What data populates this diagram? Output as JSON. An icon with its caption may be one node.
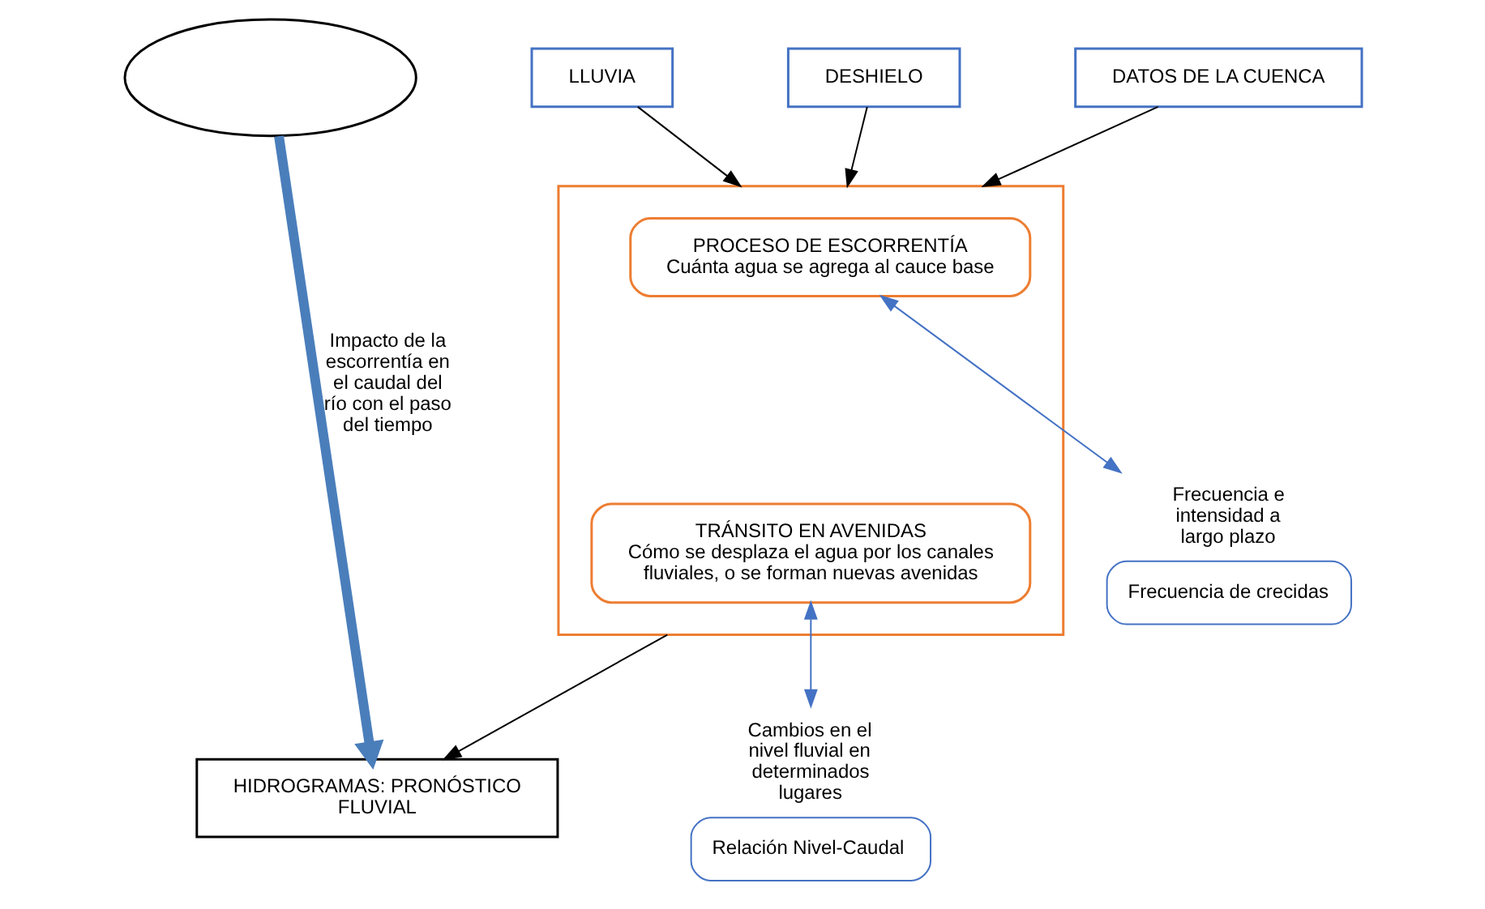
{
  "diagram": {
    "nodes": [
      {
        "text": [],
        "shape": "ellipse"
      },
      {
        "text": [
          "LLUVIA"
        ]
      },
      {
        "text": [
          "DESHIELO"
        ]
      },
      {
        "text": [
          "DATOS DE LA CUENCA"
        ]
      },
      {
        "text": [],
        "shape": "box"
      },
      {
        "text": [
          "PROCESO DE ESCORRENTÍA",
          "Cuánta agua se agrega al cauce base"
        ],
        "in": 4
      },
      {
        "text": [
          "TRÁNSITO EN AVENIDAS",
          "Cómo se desplaza el agua por los canales fluviales, o se forman nuevas avenidas"
        ],
        "in": 4
      },
      {
        "text": [
          "Frecuencia de crecidas"
        ],
        "beside": [
          "Frecuencia e intensidad a largo plazo"
        ]
      },
      {
        "text": [
          "Relación Nivel-Caudal"
        ],
        "beside": [
          "Cambios en el nivel fluvial en determinados lugares"
        ]
      },
      {
        "text": [
          "HIDROGRAMAS: PRONÓSTICO FLUVIAL"
        ]
      }
    ],
    "edges": [
      {
        "from": 1,
        "to": 4,
        "arrow": "to"
      },
      {
        "from": 2,
        "to": 4,
        "arrow": "to"
      },
      {
        "from": 3,
        "to": 4,
        "arrow": "to"
      },
      {
        "from": 5,
        "to": 7,
        "arrow": "both",
        "color": "#4472c4"
      },
      {
        "from": 6,
        "to": 8,
        "arrow": "both",
        "color": "#4472c4"
      },
      {
        "from": 4,
        "to": 9,
        "arrow": "to"
      },
      {
        "from": 0,
        "to": 9,
        "arrow": "to",
        "style": "thick",
        "color": "#4a7ebb",
        "label": "Impacto de la escorrentía en el caudal del río con el paso del tiempo"
      }
    ]
  }
}
